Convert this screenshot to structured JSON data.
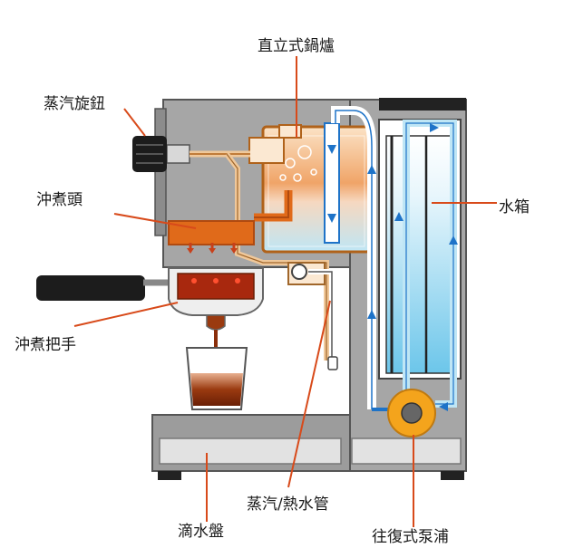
{
  "labels": {
    "boiler": "直立式鍋爐",
    "steam_knob": "蒸汽旋鈕",
    "brew_head": "沖煮頭",
    "water_tank": "水箱",
    "portafilter_handle": "沖煮把手",
    "steam_wand": "蒸汽/熱水管",
    "drip_tray": "滴水盤",
    "pump": "往復式泵浦"
  },
  "colors": {
    "body": "#a6a6a6",
    "body_edge": "#555555",
    "water": "#8fd3ee",
    "water_line": "#1e73c8",
    "hot": "#e06a1a",
    "hot_dark": "#b04a10",
    "leader": "#d84a1a",
    "pump": "#f4a41c"
  },
  "icons": [
    "knob-icon",
    "portafilter-icon",
    "cup-icon",
    "pump-icon",
    "flow-arrow-icon"
  ]
}
